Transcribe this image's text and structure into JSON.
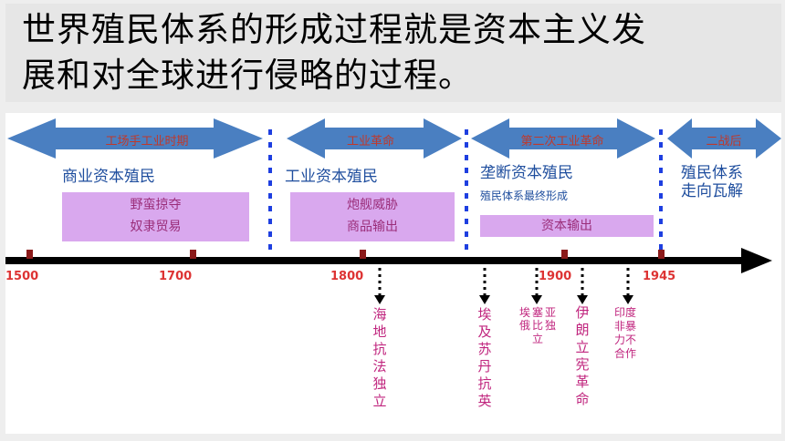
{
  "title": "世界殖民体系的形成过程就是资本主义发展和对全球进行侵略的过程。",
  "title_lines": [
    "世界殖民体系的形成过程就是资本主义发",
    "展和对全球进行侵略的过程。"
  ],
  "periods": [
    {
      "arrow_label": "工场手工业时期",
      "label": "商业资本殖民",
      "items": [
        "野蛮掠夺",
        "奴隶贸易"
      ]
    },
    {
      "arrow_label": "工业革命",
      "label": "工业资本殖民",
      "items": [
        "炮舰威胁",
        "商品输出"
      ]
    },
    {
      "arrow_label": "第二次工业革命",
      "label": "垄断资本殖民",
      "note": "殖民体系最终形成",
      "items": [
        "资本输出"
      ]
    },
    {
      "arrow_label": "二战后",
      "label_lines": [
        "殖民体系",
        "走向瓦解"
      ]
    }
  ],
  "years": [
    "1500",
    "1700",
    "1800",
    "1900",
    "1945"
  ],
  "events": [
    {
      "text": "海地抗法独立"
    },
    {
      "text": "埃及苏丹抗英"
    },
    {
      "text_cols": [
        "埃俄",
        "塞比",
        "亚独",
        "立"
      ]
    },
    {
      "text": "伊朗立宪革命"
    },
    {
      "text_cols": [
        "印度",
        "非暴",
        "力不",
        "合作"
      ]
    }
  ],
  "colors": {
    "arrow": "#4a7fc1",
    "arrow_text": "#c0392b",
    "purple": "#d9a8ee",
    "event_text": "#c0257e",
    "axis": "#000000",
    "label_blue": "#1f4e9e"
  }
}
